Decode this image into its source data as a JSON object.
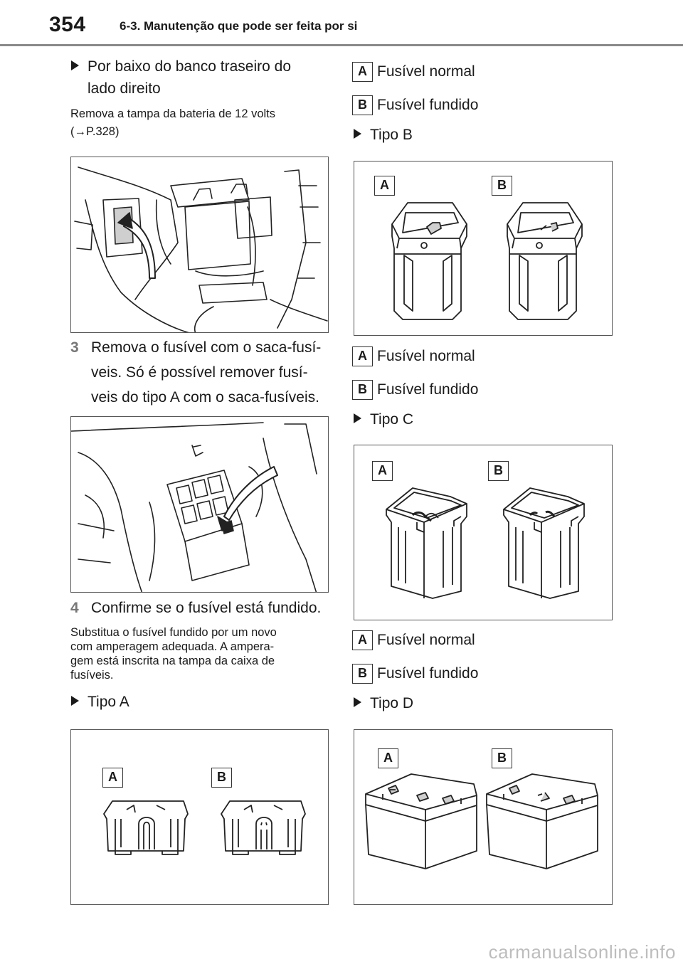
{
  "header": {
    "page_number": "354",
    "chapter_title": "6-3. Manutenção que pode ser feita por si"
  },
  "left_column": {
    "bullet_rear_seat": {
      "line1": "Por baixo do banco traseiro do",
      "line2": "lado direito"
    },
    "note_battery": {
      "line1": "Remova a tampa da bateria de 12 volts",
      "line2": "(→P.328)"
    },
    "step3": {
      "number": "3",
      "line1": "Remova o fusível com o saca-fusí-",
      "line2": "veis. Só é possível remover fusí-",
      "line3": "veis do tipo A com o saca-fusíveis."
    },
    "step4": {
      "number": "4",
      "text": "Confirme se o fusível está fundido."
    },
    "note_replace": {
      "line1": "Substitua o fusível fundido por um novo",
      "line2": "com amperagem adequada. A ampera-",
      "line3": "gem está inscrita na tampa da caixa de",
      "line4": "fusíveis."
    },
    "bullet_type_a": "Tipo A"
  },
  "right_column": {
    "legend_1": {
      "a_key": "A",
      "a_text": "Fusível normal",
      "b_key": "B",
      "b_text": "Fusível fundido"
    },
    "bullet_type_b": "Tipo B",
    "legend_2": {
      "a_key": "A",
      "a_text": "Fusível normal",
      "b_key": "B",
      "b_text": "Fusível fundido"
    },
    "bullet_type_c": "Tipo C",
    "legend_3": {
      "a_key": "A",
      "a_text": "Fusível normal",
      "b_key": "B",
      "b_text": "Fusível fundido"
    },
    "bullet_type_d": "Tipo D"
  },
  "figure_labels": {
    "type_a": {
      "a": "A",
      "b": "B"
    },
    "type_b": {
      "a": "A",
      "b": "B"
    },
    "type_c": {
      "a": "A",
      "b": "B"
    },
    "type_d": {
      "a": "A",
      "b": "B"
    }
  },
  "icons": {
    "bullet": "triangle-bullet-icon",
    "arrow": "curved-arrow-icon"
  },
  "watermark": "carmanualsonline.info"
}
